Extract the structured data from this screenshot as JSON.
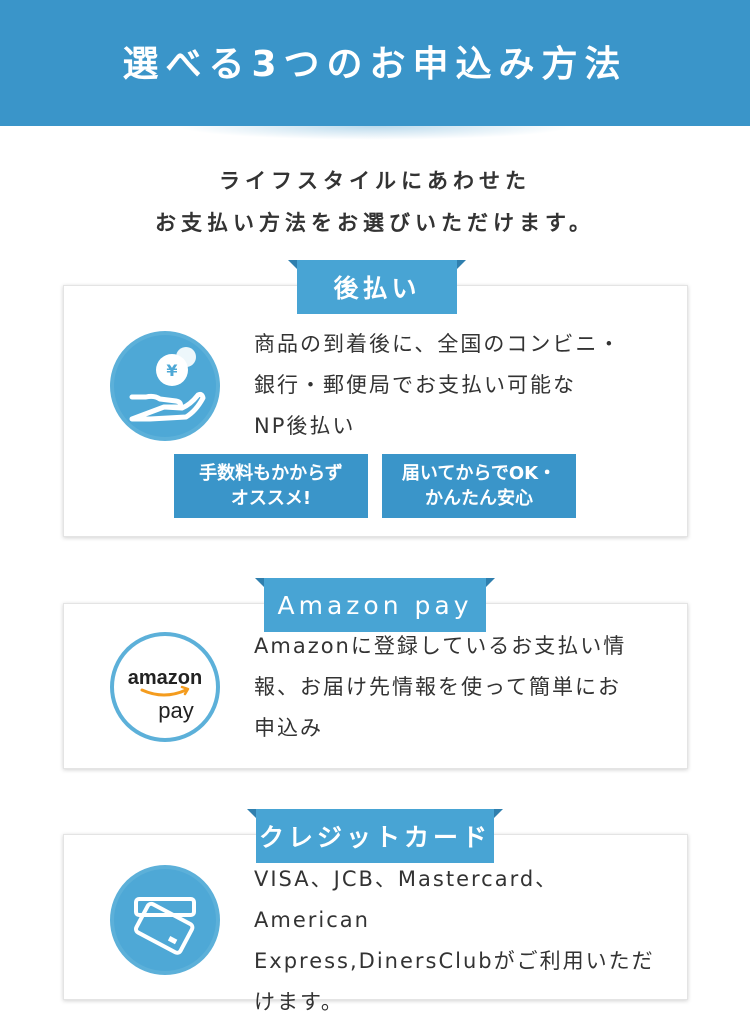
{
  "header": {
    "title": "選べる3つのお申込み方法"
  },
  "intro": {
    "line1": "ライフスタイルにあわせた",
    "line2": "お支払い方法をお選びいただけます。"
  },
  "methods": [
    {
      "name": "後払い",
      "icon": "hand-coin-yen-icon",
      "coin_symbol": "¥",
      "description_lines": [
        "商品の到着後に、全国のコンビニ・",
        "銀行・郵便局でお支払い可能な",
        "NP後払い"
      ],
      "features": [
        "手数料もかからず\nオススメ!",
        "届いてからでOK・\nかんたん安心"
      ]
    },
    {
      "name": "Amazon pay",
      "icon": "amazon-pay-logo-icon",
      "logo_text_1": "amazon",
      "logo_text_2": "pay",
      "description_lines": [
        "Amazonに登録しているお支払い情",
        "報、お届け先情報を使って簡単にお",
        "申込み"
      ]
    },
    {
      "name": "クレジットカード",
      "icon": "credit-card-icon",
      "description_lines": [
        "VISA、JCB、Mastercard、American",
        "Express,DinersClubがご利用いただ",
        "けます。"
      ]
    }
  ],
  "colors": {
    "primary": "#3a95c9",
    "ribbon": "#48a4d4",
    "icon_ring": "#5cb0d9",
    "amazon_orange": "#f49c1e"
  }
}
